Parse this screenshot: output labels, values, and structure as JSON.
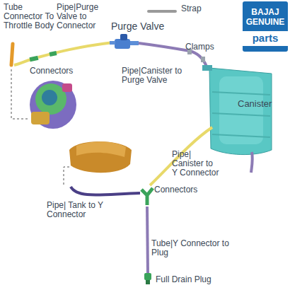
{
  "diagram": {
    "nodes": [
      {
        "text": [
          "BAJAJ GENUINE",
          "parts"
        ]
      }
    ],
    "labels": [
      "Strap",
      "Tube Connector To Throttle Body",
      "Pipe|Purge Valve to Connector",
      "Purge Valve",
      "Clamps",
      "Connectors",
      "Pipe|Canister to Purge Valve",
      "Canister",
      "Pipe| Canister to Y Connector",
      "Connectors",
      "Pipe| Tank to Y Connector",
      "Tube|Y Connector to Plug",
      "Full Drain Plug"
    ]
  }
}
